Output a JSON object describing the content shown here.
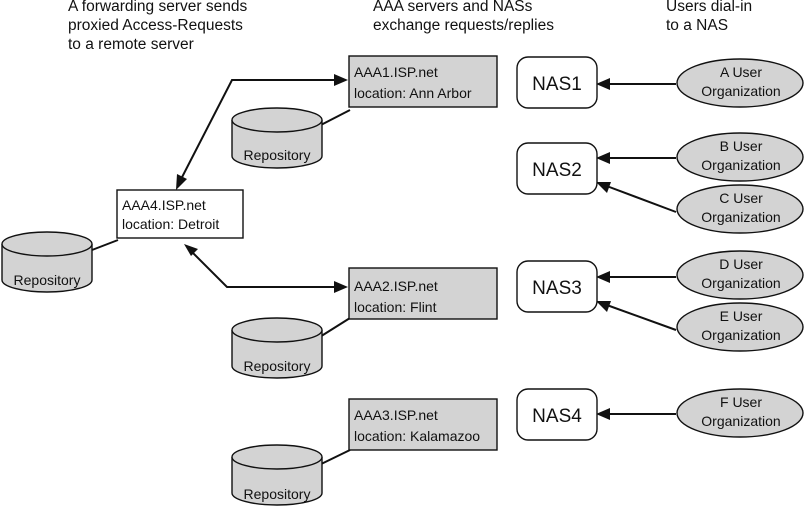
{
  "headers": {
    "left": [
      "A forwarding server sends",
      "proxied Access-Requests",
      "to a remote server"
    ],
    "middle": [
      "AAA servers and NASs",
      "exchange requests/replies"
    ],
    "right": [
      "Users dial-in",
      "to a NAS"
    ]
  },
  "servers": {
    "aaa4": {
      "name": "AAA4.ISP.net",
      "location": "location: Detroit"
    },
    "aaa1": {
      "name": "AAA1.ISP.net",
      "location": "location: Ann Arbor"
    },
    "aaa2": {
      "name": "AAA2.ISP.net",
      "location": "location: Flint"
    },
    "aaa3": {
      "name": "AAA3.ISP.net",
      "location": "location: Kalamazoo"
    }
  },
  "repository_label": "Repository",
  "nas": [
    "NAS1",
    "NAS2",
    "NAS3",
    "NAS4"
  ],
  "organizations": [
    {
      "line1": "A User",
      "line2": "Organization"
    },
    {
      "line1": "B User",
      "line2": "Organization"
    },
    {
      "line1": "C User",
      "line2": "Organization"
    },
    {
      "line1": "D User",
      "line2": "Organization"
    },
    {
      "line1": "E User",
      "line2": "Organization"
    },
    {
      "line1": "F User",
      "line2": "Organization"
    }
  ],
  "colors": {
    "server_fill": "#d3d3d3",
    "forwarding_fill": "#ffffff",
    "repository_fill": "#d3d3d3",
    "organization_fill": "#d3d3d3",
    "nas_fill": "#ffffff",
    "stroke": "#111111"
  }
}
